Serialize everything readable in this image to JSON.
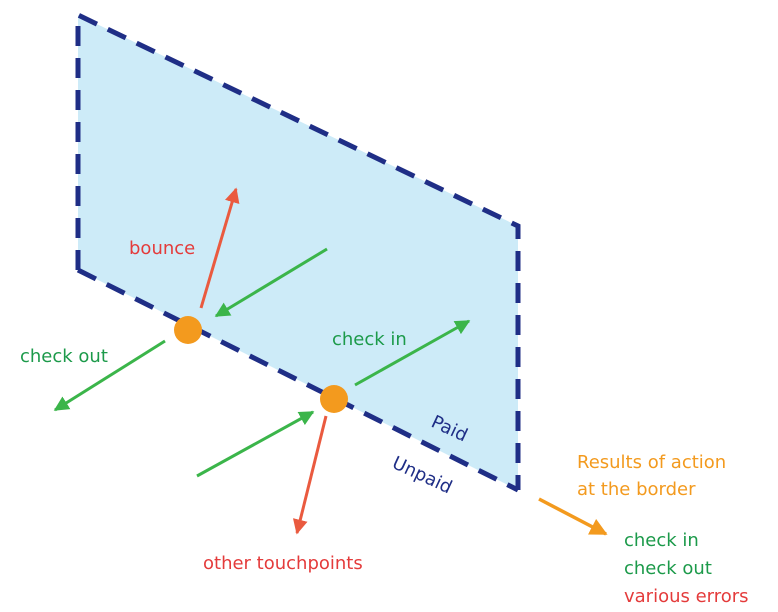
{
  "colors": {
    "paid_fill": "#cdebf8",
    "border": "#1f2e86",
    "green": "#3bb54a",
    "red": "#ea5a3f",
    "orange": "#f39a1e",
    "label_green": "#1c9a4a",
    "label_red": "#e43b3b",
    "label_orange": "#f39a1e",
    "label_navy": "#1f2e86"
  },
  "zones": {
    "paid": "Paid",
    "unpaid": "Unpaid"
  },
  "actions": {
    "bounce": "bounce",
    "check_in": "check in",
    "check_out": "check out",
    "other_touchpoints": "other touchpoints"
  },
  "legend": {
    "title_line1": "Results of action",
    "title_line2": "at the border",
    "items": [
      "check in",
      "check out",
      "various errors"
    ]
  }
}
